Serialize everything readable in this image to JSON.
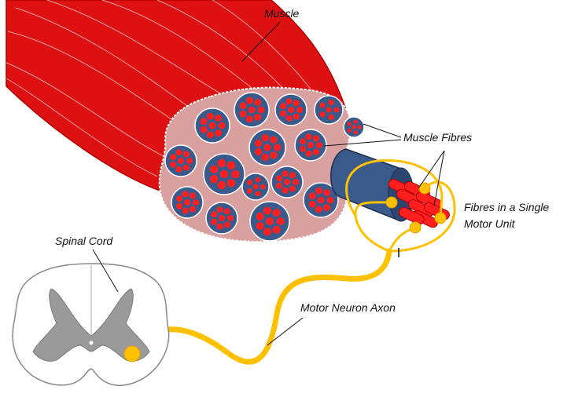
{
  "labels": {
    "muscle": "Muscle",
    "muscle_fibres": "Muscle Fibres",
    "fibres_single_line1": "Fibres in a Single",
    "fibres_single_line2": "Motor Unit",
    "spinal_cord": "Spinal Cord",
    "motor_neuron_axon": "Motor Neuron Axon"
  },
  "colors": {
    "muscle_red": "#dd1111",
    "muscle_dark": "#b00000",
    "section_pink": "#d9a0a0",
    "fascicle_blue": "#3a5a8c",
    "fibre_red": "#ff1f1f",
    "nerve_yellow": "#ffc000",
    "spinal_grey": "#9a9a9a",
    "outline": "#333333"
  },
  "icons": [
    "muscle-bundle",
    "spinal-cord-cross-section",
    "motor-neuron-axon",
    "motor-unit-fibres"
  ]
}
